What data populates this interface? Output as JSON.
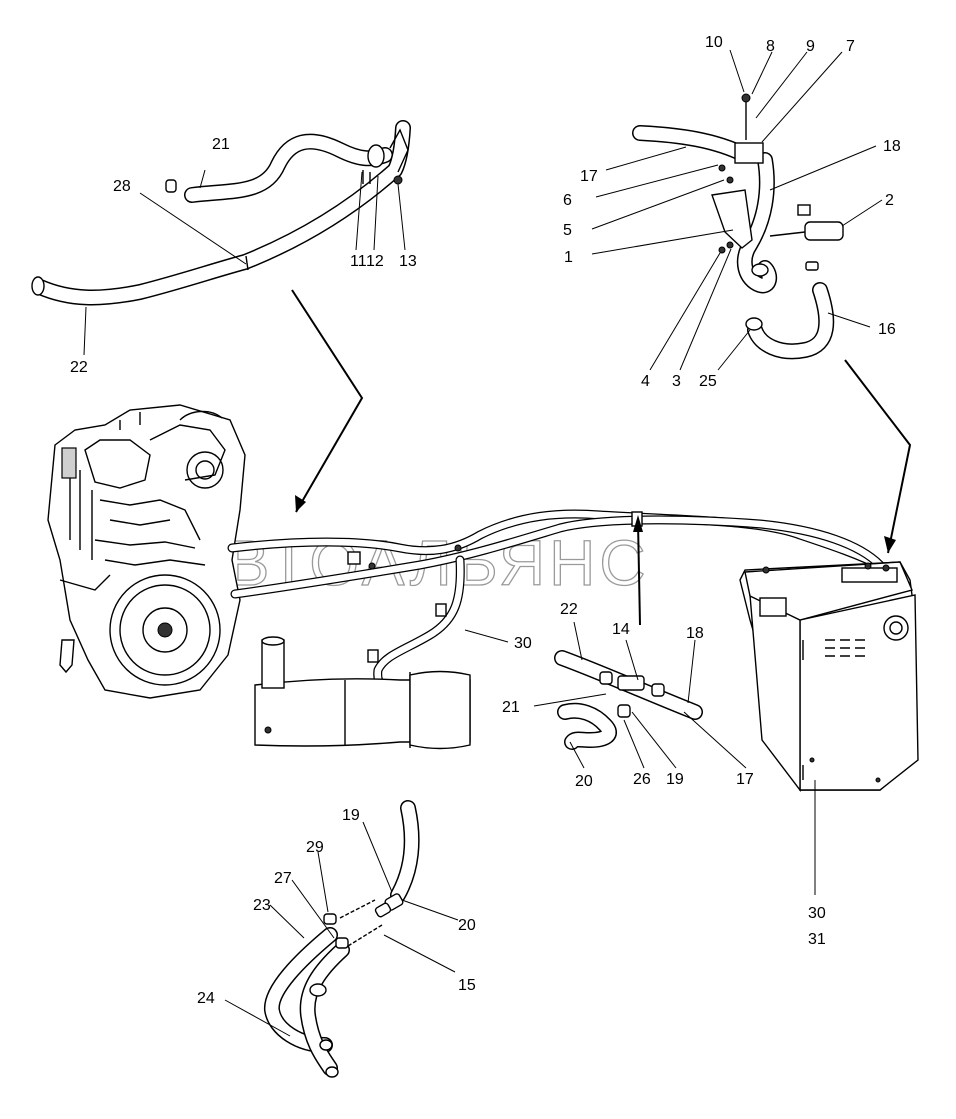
{
  "watermark": "АВТОАЛЬЯНС",
  "callouts": {
    "c21a": "21",
    "c28": "28",
    "c11": "11",
    "c12": "12",
    "c13": "13",
    "c22a": "22",
    "c10": "10",
    "c8": "8",
    "c9": "9",
    "c7": "7",
    "c17a": "17",
    "c18a": "18",
    "c6": "6",
    "c5": "5",
    "c2": "2",
    "c1": "1",
    "c16": "16",
    "c4": "4",
    "c3": "3",
    "c25": "25",
    "c30a": "30",
    "c22b": "22",
    "c14": "14",
    "c18b": "18",
    "c21b": "21",
    "c20a": "20",
    "c26": "26",
    "c19a": "19",
    "c17b": "17",
    "c19b": "19",
    "c29": "29",
    "c27": "27",
    "c23": "23",
    "c20b": "20",
    "c15": "15",
    "c24": "24",
    "c30b": "30",
    "c31": "31"
  }
}
